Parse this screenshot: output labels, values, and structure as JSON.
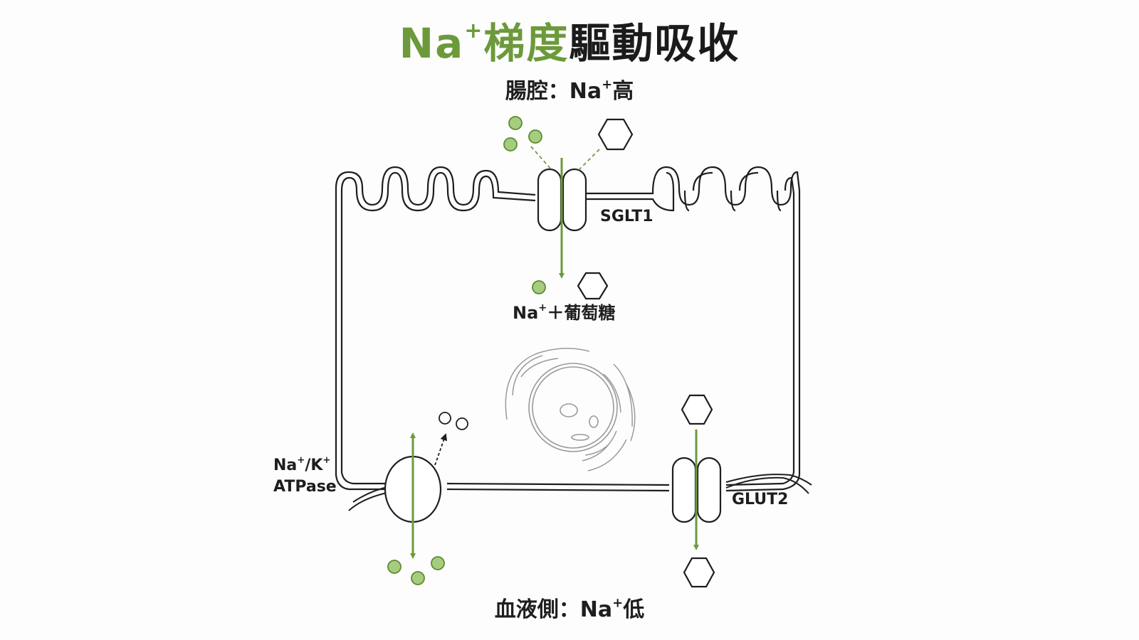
{
  "title": {
    "part1": "Na",
    "sup": "+",
    "part2": "梯度",
    "part3": "驅動吸收"
  },
  "lumen_label": {
    "prefix": "腸腔：Na",
    "sup": "+",
    "suffix": "高"
  },
  "blood_label": {
    "prefix": "血液側：Na",
    "sup": "+",
    "suffix": "低"
  },
  "product_label": {
    "prefix": "Na",
    "sup": "+",
    "suffix": "＋葡萄糖"
  },
  "sglt_label": "SGLT1",
  "glut_label": "GLUT2",
  "pump_label": {
    "line1_a": "Na",
    "sup1": "+",
    "line1_b": "/K",
    "sup2": "+",
    "line2": "ATPase"
  },
  "colors": {
    "accent": "#6c9a3b",
    "sodium": "#a6cd7f",
    "ink": "#1e1e1e",
    "organelle": "#9a9a9a"
  }
}
